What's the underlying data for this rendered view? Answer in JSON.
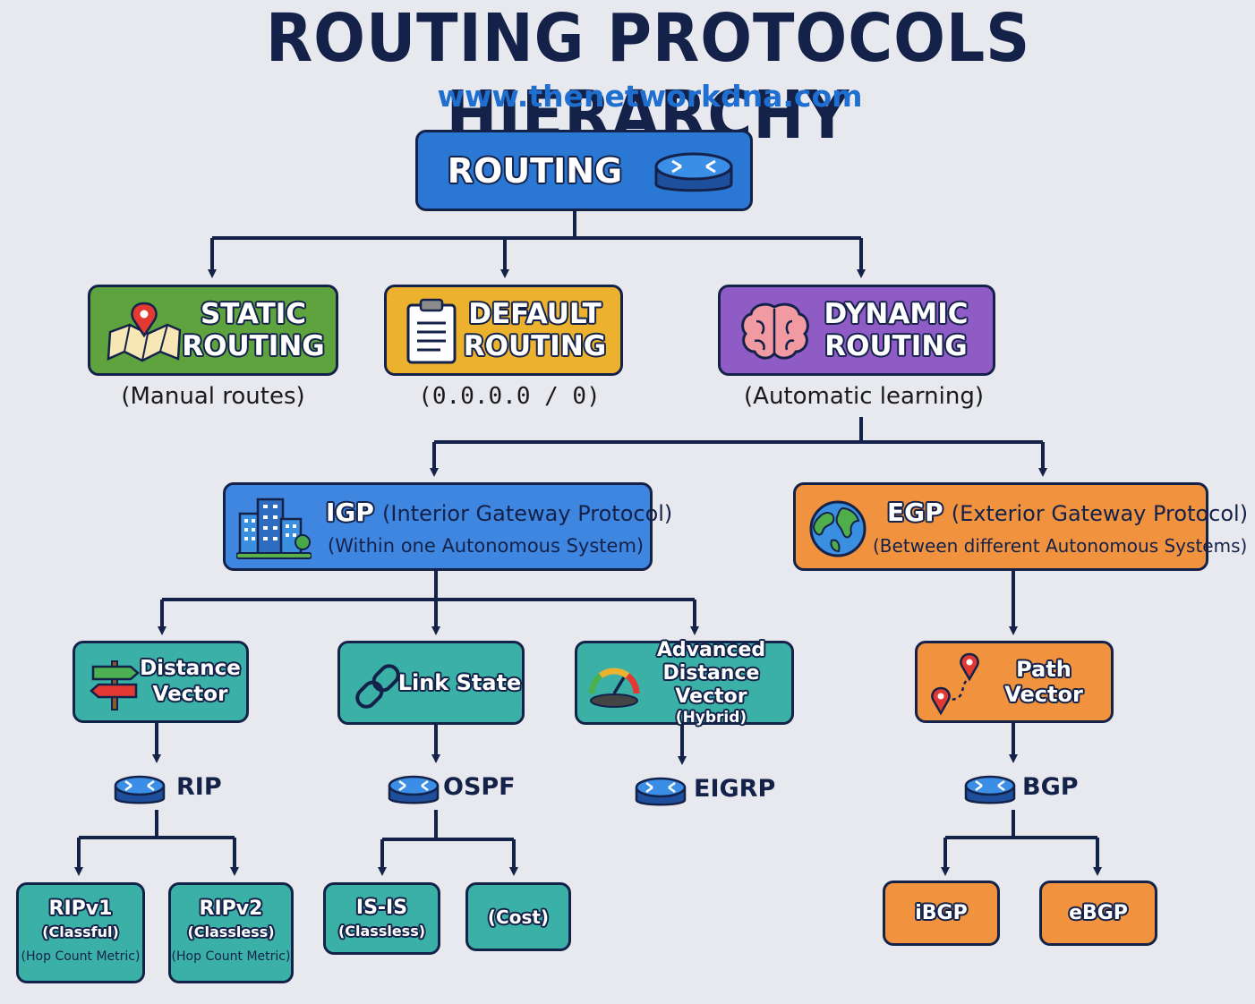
{
  "header": {
    "title": "ROUTING PROTOCOLS HIERARCHY",
    "url": "www.thenetworkdna.com"
  },
  "root": {
    "label": "ROUTING",
    "icon": "router-icon"
  },
  "level1": {
    "static": {
      "line1": "STATIC",
      "line2": "ROUTING",
      "caption": "(Manual routes)",
      "icon": "map-pin-icon"
    },
    "default": {
      "line1": "DEFAULT",
      "line2": "ROUTING",
      "caption": "(0.0.0.0 / 0)",
      "icon": "clipboard-icon"
    },
    "dynamic": {
      "line1": "DYNAMIC",
      "line2": "ROUTING",
      "caption": "(Automatic learning)",
      "icon": "brain-icon"
    }
  },
  "igp": {
    "abbr": "IGP",
    "full": "(Interior Gateway Protocol)",
    "sub": "(Within one Autonomous System)",
    "icon": "buildings-icon"
  },
  "egp": {
    "abbr": "EGP",
    "full": "(Exterior Gateway Protocol)",
    "sub": "(Between different Autonomous Systems)",
    "icon": "globe-icon"
  },
  "types": {
    "distance_vector": {
      "line1": "Distance",
      "line2": "Vector",
      "icon": "signpost-icon"
    },
    "link_state": {
      "label": "Link State",
      "icon": "chain-link-icon"
    },
    "advanced": {
      "line1": "Advanced",
      "line2": "Distance Vector",
      "line3": "(Hybrid)",
      "icon": "gauge-icon"
    },
    "path_vector": {
      "label": "Path Vector",
      "icon": "route-pins-icon"
    }
  },
  "protocols": {
    "rip": "RIP",
    "ospf": "OSPF",
    "eigrp": "EIGRP",
    "bgp": "BGP"
  },
  "leaves": {
    "ripv1": {
      "name": "RIPv1",
      "kind": "(Classful)",
      "metric": "(Hop Count Metric)"
    },
    "ripv2": {
      "name": "RIPv2",
      "kind": "(Classless)",
      "metric": "(Hop Count Metric)"
    },
    "isis": {
      "name": "IS-IS",
      "kind": "(Classless)"
    },
    "cost": {
      "name": "(Cost)"
    },
    "ibgp": {
      "name": "iBGP"
    },
    "ebgp": {
      "name": "eBGP"
    }
  },
  "colors": {
    "navy": "#14224a",
    "routing": "#2a78d4",
    "static": "#5ea33e",
    "default": "#ecb22e",
    "dynamic": "#8f5cc6",
    "igp": "#3f86e0",
    "egp": "#f0923e",
    "teal": "#3ab0a6",
    "url": "#1f6fd1"
  }
}
